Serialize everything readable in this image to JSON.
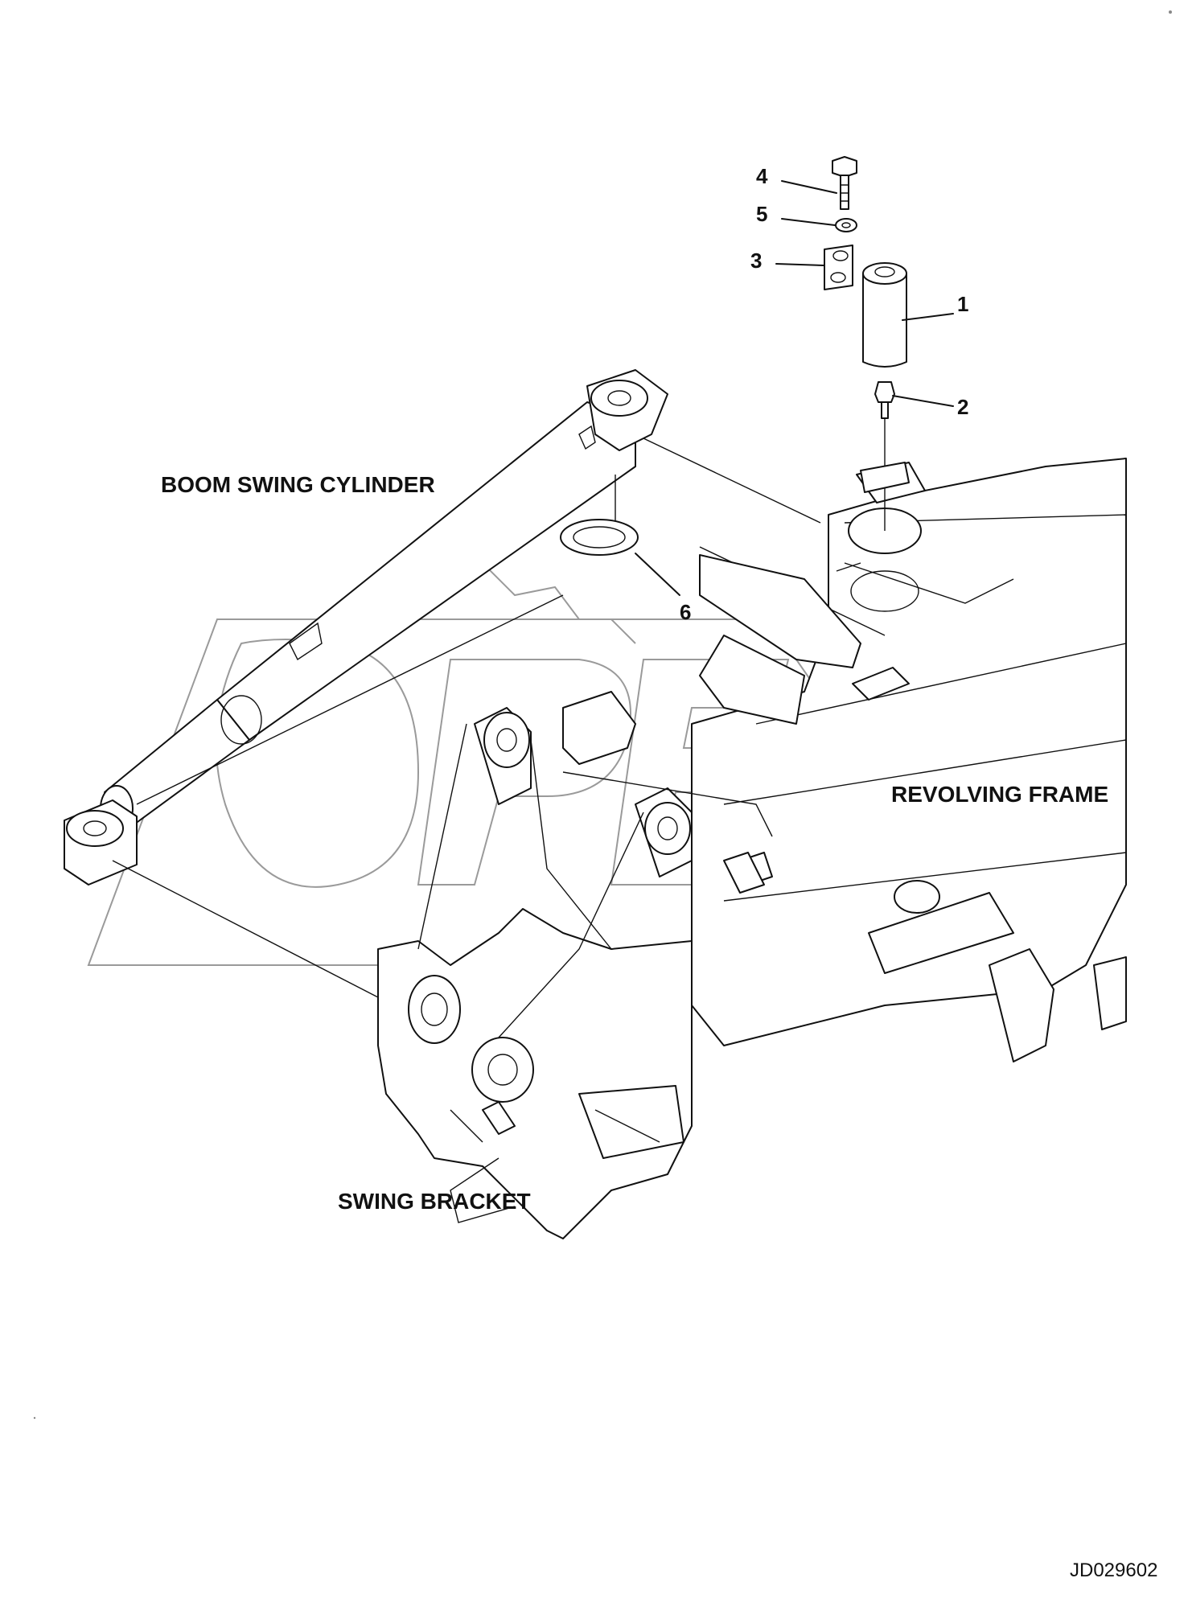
{
  "callouts": [
    {
      "id": "4",
      "text": "4"
    },
    {
      "id": "5",
      "text": "5"
    },
    {
      "id": "3",
      "text": "3"
    },
    {
      "id": "1",
      "text": "1"
    },
    {
      "id": "2",
      "text": "2"
    },
    {
      "id": "6",
      "text": "6"
    }
  ],
  "labels": {
    "boom_swing_cylinder": "BOOM SWING CYLINDER",
    "revolving_frame": "REVOLVING FRAME",
    "swing_bracket": "SWING BRACKET"
  },
  "drawing_number": "JD029602",
  "watermark": {
    "text": "OPEX",
    "color": "#9a9a9a"
  },
  "colors": {
    "line": "#111111",
    "background": "#ffffff"
  }
}
